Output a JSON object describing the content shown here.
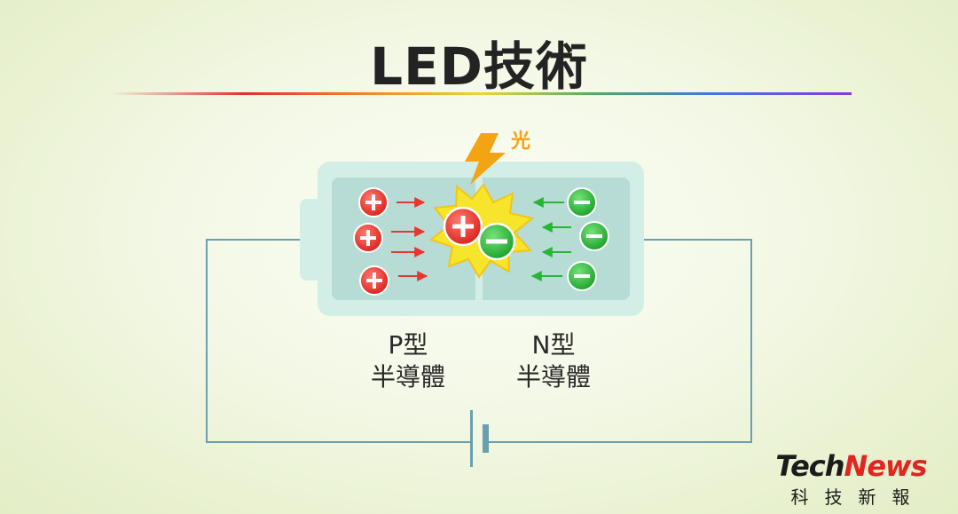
{
  "title": "LED技術",
  "light_label": "光",
  "p_label": {
    "line1": "P型",
    "line2": "半導體"
  },
  "n_label": {
    "line1": "N型",
    "line2": "半導體"
  },
  "logo": {
    "part1": "Tech",
    "part2": "News",
    "sub": "科技新報"
  },
  "colors": {
    "hole": "#e8372f",
    "electron": "#27b634",
    "spark": "#f6e52a",
    "light": "#f3a412",
    "battery_fill": "#b6dcd5",
    "battery_case": "#d3eee6",
    "wire": "#6a9fae"
  },
  "holes": {
    "symbol": "+",
    "count_left": 3,
    "count_junction": 1
  },
  "electrons": {
    "symbol": "−",
    "count_right": 3,
    "count_junction": 1
  }
}
